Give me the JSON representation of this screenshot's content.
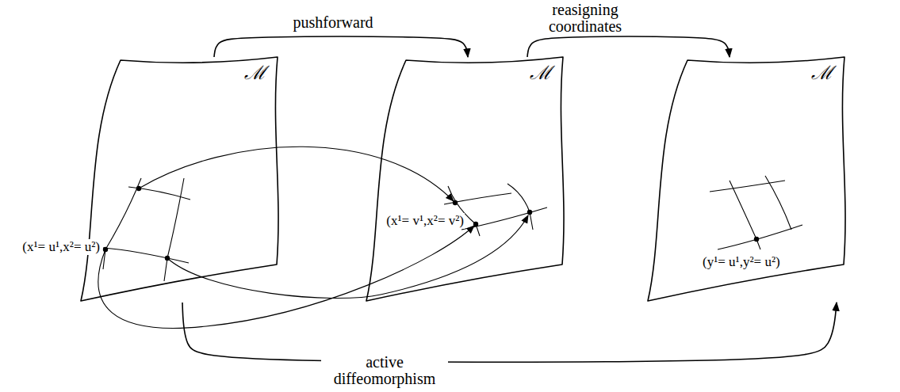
{
  "diagram": {
    "nodes": [
      {
        "text": [
          "ℳ"
        ]
      },
      {
        "text": [
          "ℳ"
        ]
      },
      {
        "text": [
          "ℳ"
        ]
      }
    ],
    "edges": [
      {
        "from": 0,
        "to": 1,
        "arrow": "to",
        "label": "pushforward"
      },
      {
        "from": 1,
        "to": 2,
        "arrow": "to",
        "label": "reasigning coordinates"
      },
      {
        "from": 0,
        "to": 2,
        "arrow": "to",
        "label": "active diffeomorphism"
      }
    ],
    "labels": [
      "(x¹= u¹,x²= u²)",
      "(x¹= v¹,x²= v²)",
      "(y¹= u¹,y²= u²)"
    ]
  }
}
